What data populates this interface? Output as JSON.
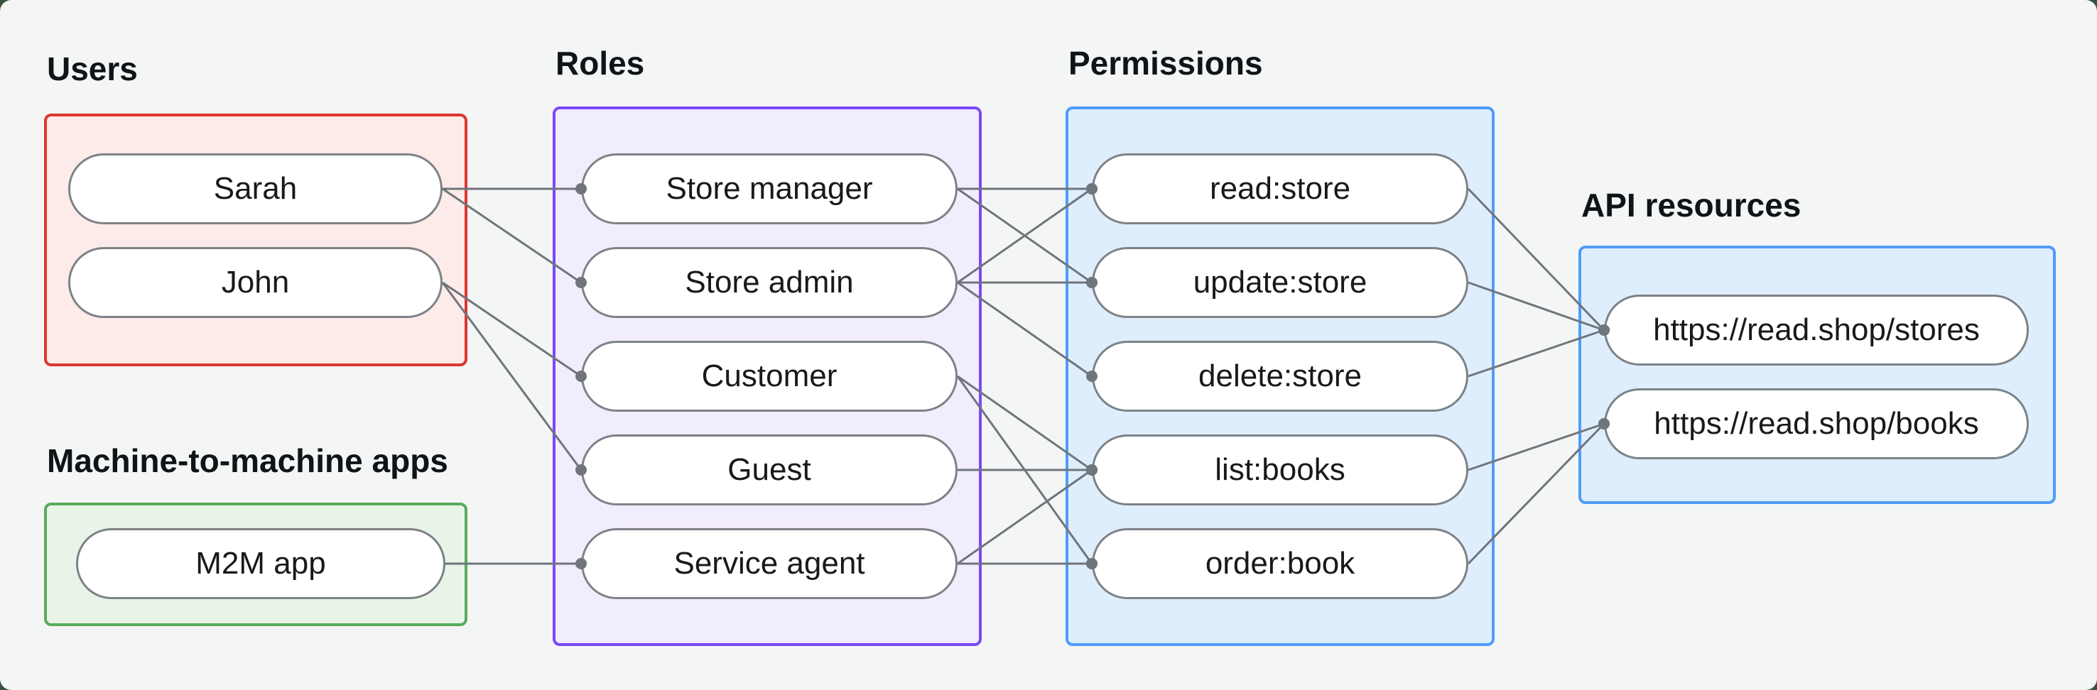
{
  "diagram": {
    "background": "#f4f5f5",
    "frame_color": "#38543f",
    "edge_color": "#70757b",
    "label_color": "#101418",
    "node": {
      "fill": "#ffffff",
      "border": "#7d8286",
      "text_color": "#17191c"
    },
    "groups": [
      {
        "id": "users",
        "label": "Users",
        "border": "#dd372f",
        "fill": "#fcebe9",
        "nodes": [
          {
            "id": "sarah",
            "label": "Sarah"
          },
          {
            "id": "john",
            "label": "John"
          }
        ]
      },
      {
        "id": "m2m",
        "label": "Machine-to-machine apps",
        "border": "#58ac5c",
        "fill": "#e9f4e9",
        "nodes": [
          {
            "id": "m2m-app",
            "label": "M2M app"
          }
        ]
      },
      {
        "id": "roles",
        "label": "Roles",
        "border": "#7b48f7",
        "fill": "#f2edfd",
        "nodes": [
          {
            "id": "store-manager",
            "label": "Store manager"
          },
          {
            "id": "store-admin",
            "label": "Store admin"
          },
          {
            "id": "customer",
            "label": "Customer"
          },
          {
            "id": "guest",
            "label": "Guest"
          },
          {
            "id": "service-agent",
            "label": "Service agent"
          }
        ]
      },
      {
        "id": "permissions",
        "label": "Permissions",
        "border": "#4f9cfa",
        "fill": "#dfeefd",
        "nodes": [
          {
            "id": "read-store",
            "label": "read:store"
          },
          {
            "id": "update-store",
            "label": "update:store"
          },
          {
            "id": "delete-store",
            "label": "delete:store"
          },
          {
            "id": "list-books",
            "label": "list:books"
          },
          {
            "id": "order-book",
            "label": "order:book"
          }
        ]
      },
      {
        "id": "api",
        "label": "API resources",
        "border": "#4f9cfa",
        "fill": "#dfeefd",
        "nodes": [
          {
            "id": "stores",
            "label": "https://read.shop/stores"
          },
          {
            "id": "books",
            "label": "https://read.shop/books"
          }
        ]
      }
    ],
    "edges": [
      {
        "from": "sarah",
        "to": "store-manager"
      },
      {
        "from": "sarah",
        "to": "store-admin"
      },
      {
        "from": "john",
        "to": "customer"
      },
      {
        "from": "john",
        "to": "guest"
      },
      {
        "from": "m2m-app",
        "to": "service-agent"
      },
      {
        "from": "store-manager",
        "to": "read-store"
      },
      {
        "from": "store-manager",
        "to": "update-store"
      },
      {
        "from": "store-admin",
        "to": "read-store"
      },
      {
        "from": "store-admin",
        "to": "update-store"
      },
      {
        "from": "store-admin",
        "to": "delete-store"
      },
      {
        "from": "customer",
        "to": "list-books"
      },
      {
        "from": "customer",
        "to": "order-book"
      },
      {
        "from": "guest",
        "to": "list-books"
      },
      {
        "from": "service-agent",
        "to": "list-books"
      },
      {
        "from": "service-agent",
        "to": "order-book"
      },
      {
        "from": "read-store",
        "to": "stores"
      },
      {
        "from": "update-store",
        "to": "stores"
      },
      {
        "from": "delete-store",
        "to": "stores"
      },
      {
        "from": "list-books",
        "to": "books"
      },
      {
        "from": "order-book",
        "to": "books"
      }
    ]
  }
}
